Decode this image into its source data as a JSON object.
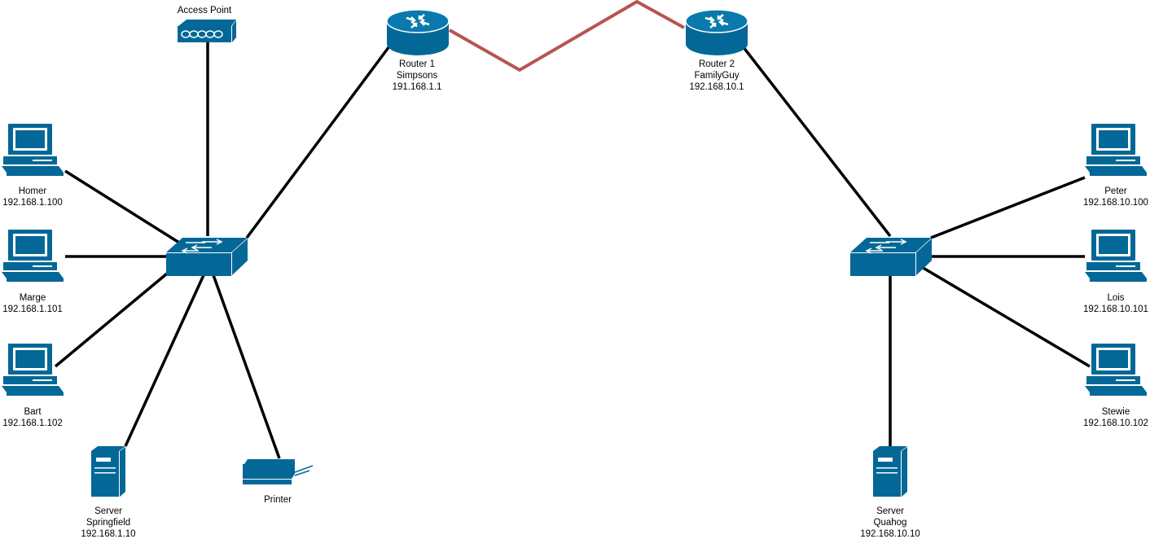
{
  "access_point": {
    "label": "Access Point"
  },
  "router1": {
    "name": "Router 1",
    "site": "Simpsons",
    "ip": "191.168.1.1"
  },
  "router2": {
    "name": "Router 2",
    "site": "FamilyGuy",
    "ip": "192.168.10.1"
  },
  "left_hosts": [
    {
      "name": "Homer",
      "ip": "192.168.1.100"
    },
    {
      "name": "Marge",
      "ip": "192.168.1.101"
    },
    {
      "name": "Bart",
      "ip": "192.168.1.102"
    }
  ],
  "right_hosts": [
    {
      "name": "Peter",
      "ip": "192.168.10.100"
    },
    {
      "name": "Lois",
      "ip": "192.168.10.101"
    },
    {
      "name": "Stewie",
      "ip": "192.168.10.102"
    }
  ],
  "server_left": {
    "label": "Server",
    "name": "Springfield",
    "ip": "192.168.1.10"
  },
  "server_right": {
    "label": "Server",
    "name": "Quahog",
    "ip": "192.168.10.10"
  },
  "printer": {
    "label": "Printer"
  },
  "colors": {
    "device": "#036897",
    "link": "#000000",
    "wan_link": "#b85450"
  }
}
